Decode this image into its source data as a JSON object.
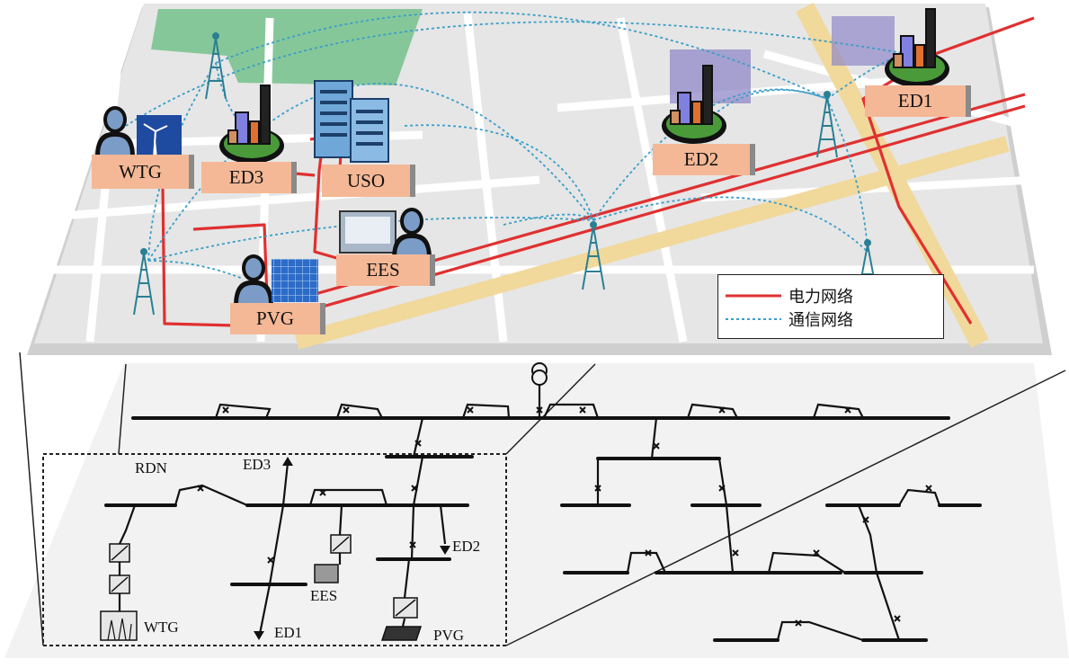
{
  "map_layer": {
    "nodes": [
      {
        "id": "WTG",
        "label": "WTG"
      },
      {
        "id": "ED3",
        "label": "ED3"
      },
      {
        "id": "USO",
        "label": "USO"
      },
      {
        "id": "ED2",
        "label": "ED2"
      },
      {
        "id": "ED1",
        "label": "ED1"
      },
      {
        "id": "EES",
        "label": "EES"
      },
      {
        "id": "PVG",
        "label": "PVG"
      }
    ],
    "legend": {
      "power": {
        "label": "电力网络",
        "color": "#e03030"
      },
      "comm": {
        "label": "通信网络",
        "color": "#3a9ec8"
      }
    }
  },
  "grid_layer": {
    "region_label": "RDN",
    "labels": {
      "ed3": "ED3",
      "ed2": "ED2",
      "ed1": "ED1",
      "ees": "EES",
      "wtg": "WTG",
      "pvg": "PVG"
    }
  },
  "colors": {
    "map_bg": "#e6e6e6",
    "park": "#86c79a",
    "road": "#f1d89b",
    "tower": "#2a7f93",
    "node_fill": "#f4b896"
  },
  "icons": [
    "tower-icon",
    "person-icon",
    "wind-turbine-icon",
    "building-icon",
    "server-icon",
    "solar-panel-icon",
    "storage-icon",
    "transformer-icon"
  ]
}
